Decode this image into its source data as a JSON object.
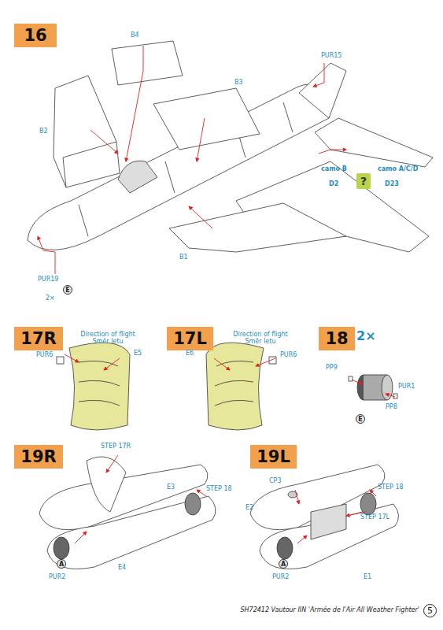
{
  "diagram": {
    "caption": "SH72412 Vautour IIN 'Armée de l'Air All Weather Fighter'",
    "nodes": [
      {
        "text": [
          "16"
        ]
      },
      {
        "text": [
          "?"
        ]
      },
      {
        "text": [
          "E"
        ]
      },
      {
        "text": [
          "17R"
        ]
      },
      {
        "text": [
          "17L"
        ]
      },
      {
        "text": [
          "18"
        ]
      },
      {
        "text": [
          "E"
        ]
      },
      {
        "text": [
          "19R"
        ]
      },
      {
        "text": [
          "19L"
        ]
      },
      {
        "text": [
          "A"
        ]
      },
      {
        "text": [
          "A"
        ]
      },
      {
        "text": [
          "5"
        ]
      }
    ],
    "labels": [
      "B4",
      "PUR15",
      "B3",
      "B2",
      "camo B",
      "camo A/C/D",
      "D2",
      "D23",
      "B1",
      "PUR19",
      "2×",
      "Direction of flight Směr letu",
      "PUR6",
      "E5",
      "Direction of flight Směr letu",
      "E6",
      "PUR6",
      "2×",
      "PP9",
      "PUR1",
      "PP8",
      "STEP 17R",
      "E3",
      "STEP 18",
      "E4",
      "PUR2",
      "CP3",
      "E2",
      "STEP 18",
      "STEP 17L",
      "E1",
      "PUR2"
    ]
  }
}
